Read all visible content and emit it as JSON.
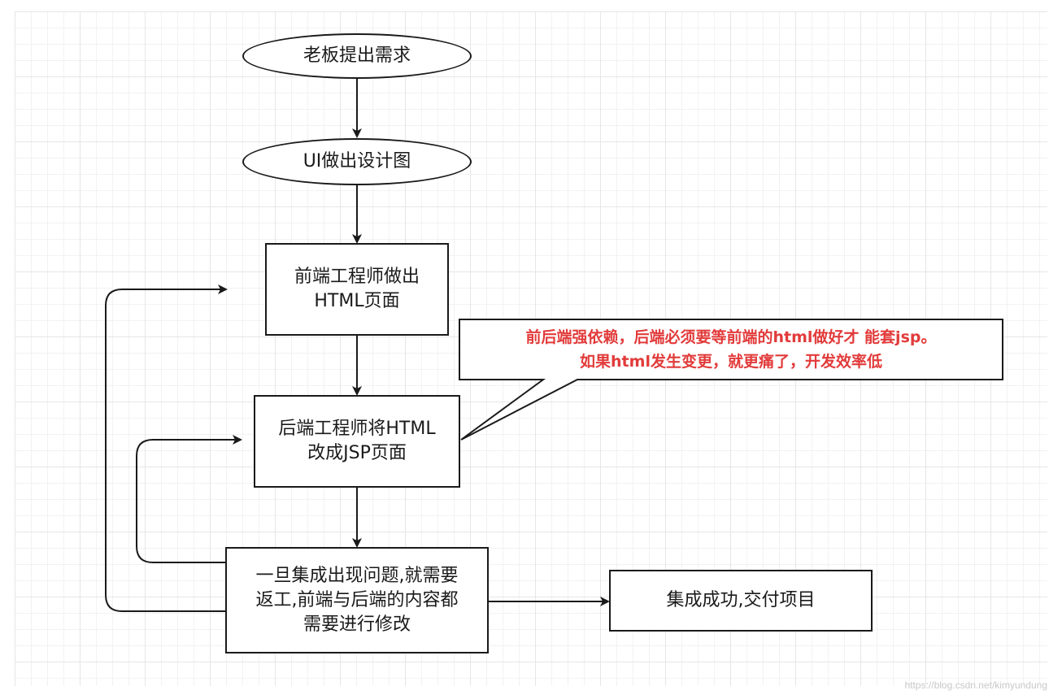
{
  "nodes": {
    "boss": "老板提出需求",
    "ui": "UI做出设计图",
    "frontend": "前端工程师做出\nHTML页面",
    "backend": "后端工程师将HTML\n改成JSP页面",
    "integration": "一旦集成出现问题,就需要\n返工,前端与后端的内容都\n需要进行修改",
    "success": "集成成功,交付项目"
  },
  "callout": "前后端强依赖，后端必须要等前端的html做好才 能套jsp。\n如果html发生变更，就更痛了，开发效率低",
  "watermark": "https://blog.csdn.net/kimyundung",
  "colors": {
    "line": "#1a1a1a",
    "callout_text": "#e23b3b",
    "cursor": "#b9e21a"
  },
  "icons": {
    "cursor": "mouse-cursor-icon"
  }
}
